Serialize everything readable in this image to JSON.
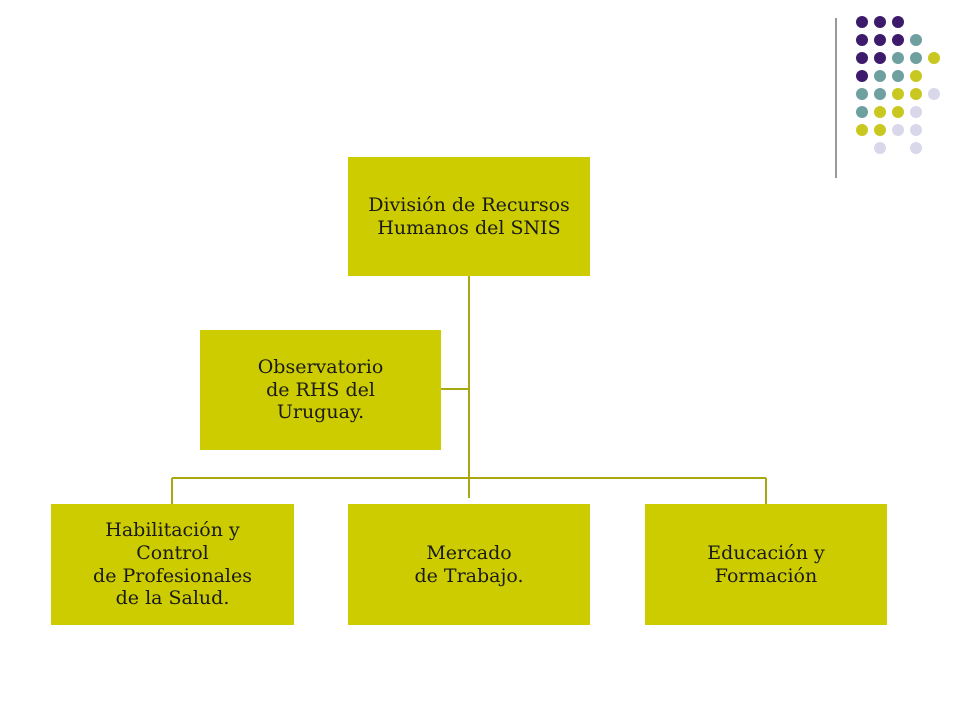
{
  "colors": {
    "box_fill": "#cccc00",
    "connector": "#a8a810",
    "divider": "#333333",
    "dot_purple": "#3d1a6b",
    "dot_teal": "#6fa0a0",
    "dot_yellow": "#c8c820",
    "dot_lavender": "#d8d8ea"
  },
  "diagram": {
    "root": {
      "label": "División de Recursos\nHumanos del SNIS"
    },
    "assistant": {
      "label": "Observatorio\nde RHS del\nUruguay."
    },
    "children": [
      {
        "label": "Habilitación y\n    Control\nde Profesionales\nde la Salud."
      },
      {
        "label": "Mercado\nde Trabajo."
      },
      {
        "label": "Educación y\nFormación"
      }
    ]
  },
  "decoration": {
    "dot_grid": [
      [
        "purple",
        "purple",
        "purple",
        "",
        ""
      ],
      [
        "purple",
        "purple",
        "purple",
        "teal",
        ""
      ],
      [
        "purple",
        "purple",
        "teal",
        "teal",
        "yellow"
      ],
      [
        "purple",
        "teal",
        "teal",
        "yellow",
        ""
      ],
      [
        "teal",
        "teal",
        "yellow",
        "yellow",
        "lavender"
      ],
      [
        "teal",
        "yellow",
        "yellow",
        "lavender",
        ""
      ],
      [
        "yellow",
        "yellow",
        "lavender",
        "lavender",
        ""
      ],
      [
        "",
        "lavender",
        "",
        "lavender",
        ""
      ]
    ]
  }
}
